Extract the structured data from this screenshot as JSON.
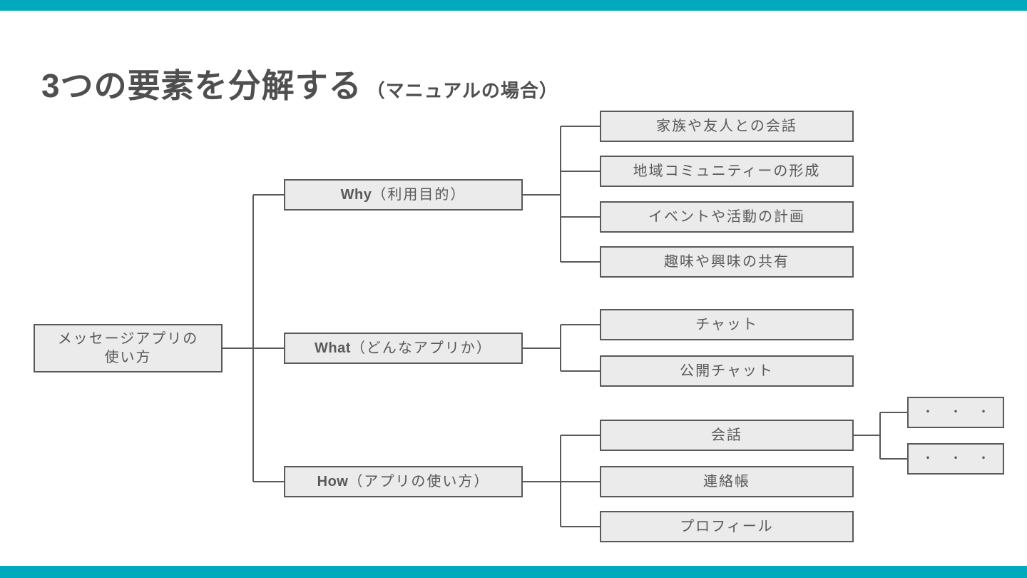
{
  "title": {
    "main": "3つの要素を分解する",
    "sub": "（マニュアルの場合）"
  },
  "colors": {
    "accent": "#00a9bd",
    "box_fill": "#ebebeb",
    "box_border": "#595959",
    "line": "#595959",
    "text": "#595959",
    "title": "#4f4f4f"
  },
  "tree": {
    "root": {
      "line1": "メッセージアプリの",
      "line2": "使い方"
    },
    "branches": [
      {
        "keyword": "Why",
        "label": "（利用目的）",
        "children": [
          "家族や友人との会話",
          "地域コミュニティーの形成",
          "イベントや活動の計画",
          "趣味や興味の共有"
        ]
      },
      {
        "keyword": "What",
        "label": "（どんなアプリか）",
        "children": [
          "チャット",
          "公開チャット"
        ]
      },
      {
        "keyword": "How",
        "label": "（アプリの使い方）",
        "children": [
          "会話",
          "連絡帳",
          "プロフィール"
        ]
      }
    ],
    "grandchildren": [
      "・・・",
      "・・・"
    ]
  }
}
